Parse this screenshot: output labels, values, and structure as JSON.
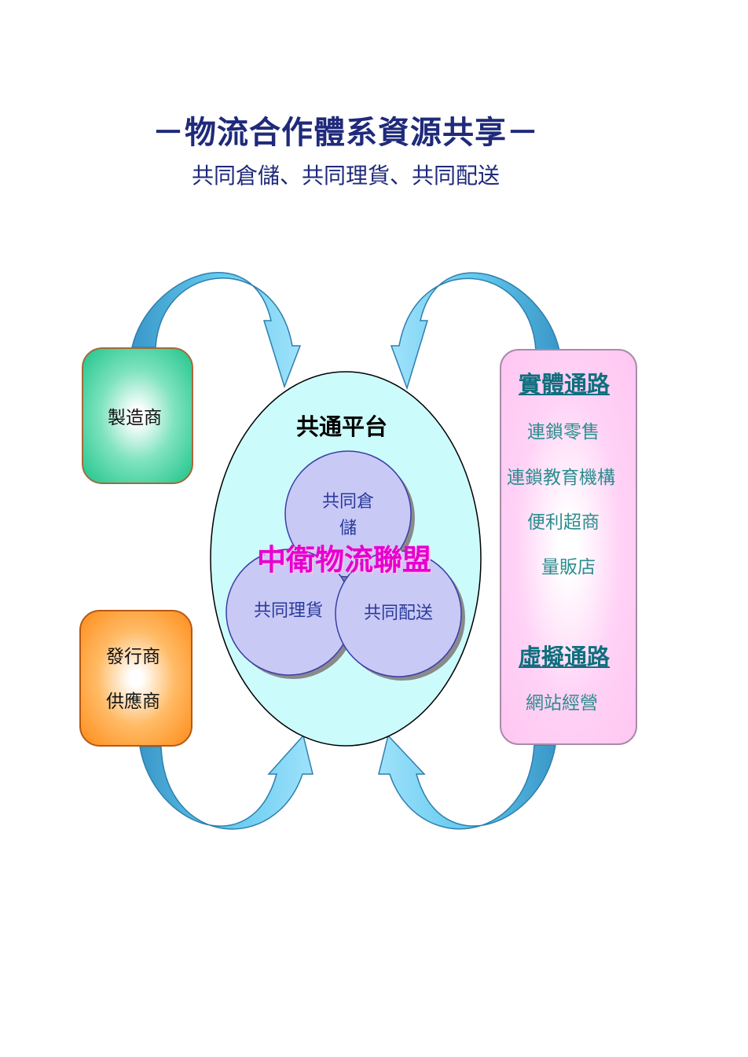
{
  "title": "－物流合作體系資源共享－",
  "subtitle": "共同倉儲、共同理貨、共同配送",
  "manufacturer": "製造商",
  "publisher": {
    "line1": "發行商",
    "line2": "供應商"
  },
  "platform": {
    "title": "共通平台",
    "alliance": "中衛物流聯盟",
    "circles": {
      "storage_line1": "共同倉",
      "storage_line2": "儲",
      "picking": "共同理貨",
      "delivery": "共同配送"
    }
  },
  "channels": {
    "physical_header": "實體通路",
    "physical_items": [
      "連鎖零售",
      "連鎖教育機構",
      "便利超商",
      "量販店"
    ],
    "virtual_header": "虛擬通路",
    "virtual_items": [
      "網站經營"
    ]
  },
  "colors": {
    "arrow_fill": "#64c9ee",
    "arrow_dark": "#3a97c8",
    "platform_fill": "#ccfbfb",
    "circle_fill": "#c9c9f6",
    "title": "#1f2a7a",
    "alliance": "#e600cf",
    "channel_header": "#0f6f7d",
    "channel_item": "#2c8d8e"
  }
}
